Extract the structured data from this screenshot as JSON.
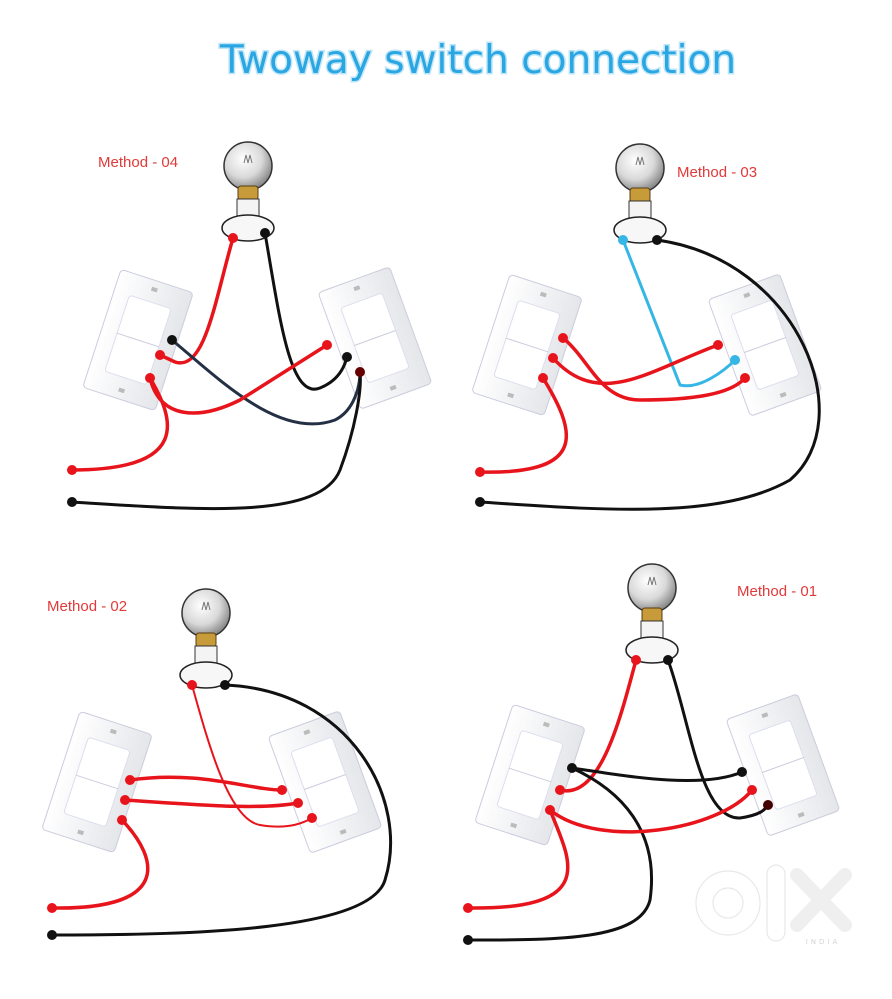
{
  "title": "Twoway  switch connection",
  "methods": [
    {
      "label": "Method - 04"
    },
    {
      "label": "Method - 03"
    },
    {
      "label": "Method - 02"
    },
    {
      "label": "Method - 01"
    }
  ],
  "watermark": {
    "brand": "OLX",
    "sub": "INDIA"
  },
  "colors": {
    "title": "#2aa6e2",
    "label": "#e03a3a",
    "phase": "#e8141c",
    "neutral": "#111111",
    "blue": "#35b6e5"
  }
}
